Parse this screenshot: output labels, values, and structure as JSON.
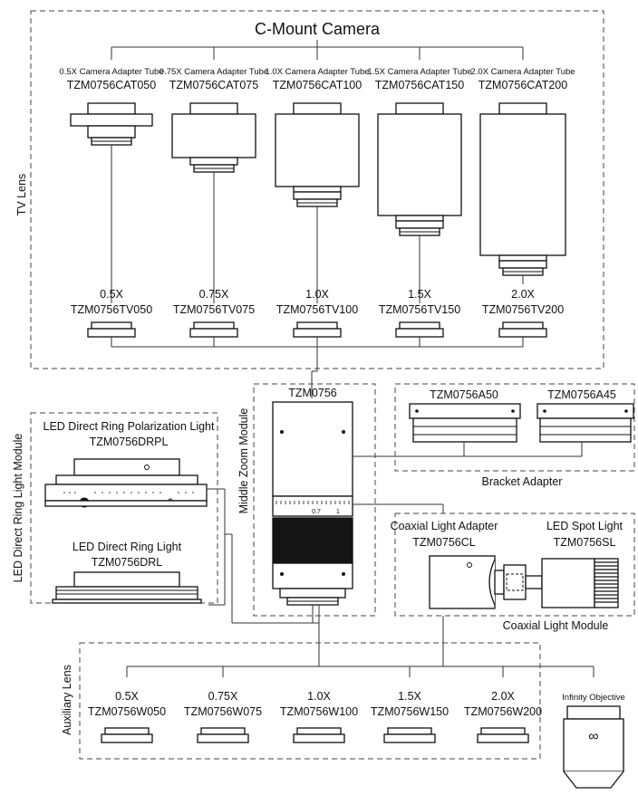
{
  "camera": {
    "title": "C-Mount Camera"
  },
  "tv_lens": {
    "label": "TV Lens",
    "adapters": [
      {
        "desc": "0.5X Camera Adapter Tube",
        "code": "TZM0756CAT050"
      },
      {
        "desc": "0.75X Camera Adapter Tube",
        "code": "TZM0756CAT075"
      },
      {
        "desc": "1.0X Camera Adapter Tube",
        "code": "TZM0756CAT100"
      },
      {
        "desc": "1.5X Camera Adapter Tube",
        "code": "TZM0756CAT150"
      },
      {
        "desc": "2.0X Camera Adapter Tube",
        "code": "TZM0756CAT200"
      }
    ],
    "lenses": [
      {
        "mag": "0.5X",
        "code": "TZM0756TV050"
      },
      {
        "mag": "0.75X",
        "code": "TZM0756TV075"
      },
      {
        "mag": "1.0X",
        "code": "TZM0756TV100"
      },
      {
        "mag": "1.5X",
        "code": "TZM0756TV150"
      },
      {
        "mag": "2.0X",
        "code": "TZM0756TV200"
      }
    ]
  },
  "middle_zoom": {
    "label": "Middle Zoom Module",
    "code": "TZM0756",
    "scale": [
      "0.7",
      "1"
    ]
  },
  "bracket": {
    "label": "Bracket Adapter",
    "items": [
      {
        "code": "TZM0756A50"
      },
      {
        "code": "TZM0756A45"
      }
    ]
  },
  "led_ring": {
    "label": "LED Direct Ring Light Module",
    "polar_name": "LED Direct Ring Polarization Light",
    "polar_code": "TZM0756DRPL",
    "ring_name": "LED Direct Ring Light",
    "ring_code": "TZM0756DRL"
  },
  "coaxial": {
    "label": "Coaxial Light Module",
    "adapter_name": "Coaxial Light Adapter",
    "adapter_code": "TZM0756CL",
    "spot_name": "LED Spot Light",
    "spot_code": "TZM0756SL"
  },
  "auxiliary": {
    "label": "Auxiliary Lens",
    "lenses": [
      {
        "mag": "0.5X",
        "code": "TZM0756W050"
      },
      {
        "mag": "0.75X",
        "code": "TZM0756W075"
      },
      {
        "mag": "1.0X",
        "code": "TZM0756W100"
      },
      {
        "mag": "1.5X",
        "code": "TZM0756W150"
      },
      {
        "mag": "2.0X",
        "code": "TZM0756W200"
      }
    ]
  },
  "objective": {
    "label": "Infinity Objective",
    "symbol": "∞"
  }
}
